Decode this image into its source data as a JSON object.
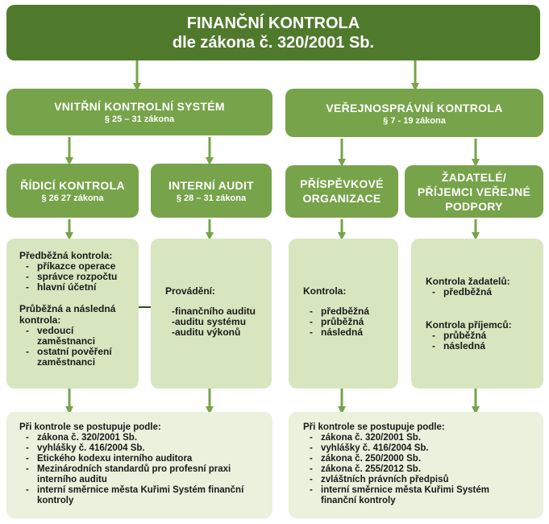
{
  "top": {
    "line1": "FINANČNÍ KONTROLA",
    "line2": "dle zákona č. 320/2001 Sb."
  },
  "vks": {
    "title": "VNITŘNÍ KONTROLNÍ SYSTÉM",
    "sub": "§ 25 – 31 zákona"
  },
  "vsk": {
    "title": "VEŘEJNOSPRÁVNÍ KONTROLA",
    "sub": "§ 7 - 19 zákona"
  },
  "ridici": {
    "title": "ŘÍDICÍ KONTROLA",
    "sub": "§ 26   27 zákona"
  },
  "audit": {
    "title": "INTERNÍ AUDIT",
    "sub": "§ 28 – 31 zákona"
  },
  "prisp": {
    "line1": "PŘÍSPĚVKOVÉ",
    "line2": "ORGANIZACE"
  },
  "zadatele": {
    "line1": "ŽADATELÉ/",
    "line2": "PŘÍJEMCI VEŘEJNÉ",
    "line3": "PODPORY"
  },
  "ridici_detail": {
    "pred_title": "Předběžná kontrola:",
    "pred_items": [
      "příkazce operace",
      "správce rozpočtu",
      "hlavní účetní"
    ],
    "prub_title1": "Průběžná a následná",
    "prub_title2": "kontrola:",
    "prub_items": [
      "vedoucí",
      "zaměstnanci",
      "ostatní pověření",
      "zaměstnanci"
    ]
  },
  "audit_detail": {
    "title": "Provádění:",
    "items": [
      "finančního auditu",
      "auditu systému",
      "auditu výkonů"
    ]
  },
  "prisp_detail": {
    "title": "Kontrola:",
    "items": [
      "předběžná",
      "průběžná",
      "následná"
    ]
  },
  "zad_detail": {
    "title1": "Kontrola žadatelů:",
    "items1": [
      "předběžná"
    ],
    "title2": "Kontrola příjemců:",
    "items2": [
      "průběžná",
      "následná"
    ]
  },
  "left_bottom": {
    "title": "Při kontrole se postupuje podle:",
    "items": [
      "zákona č. 320/2001 Sb.",
      "vyhlášky č. 416/2004 Sb.",
      "Etického kodexu interního auditora",
      "Mezinárodních standardů pro profesní praxi",
      "interního auditu",
      "interní směrnice města Kuřimi Systém finanční",
      "kontroly"
    ]
  },
  "right_bottom": {
    "title": "Při kontrole se postupuje podle:",
    "items": [
      "zákona č. 320/2001 Sb.",
      "vyhlášky č. 416/2004 Sb.",
      "zákona č. 250/2000 Sb.",
      "zákona č. 255/2012 Sb.",
      "zvláštních právních předpisů",
      "interní směrnice města Kuřimi Systém",
      "finanční kontroly"
    ]
  },
  "colors": {
    "dark": "#4f7a2c",
    "mid": "#77a34a",
    "arrow": "#77a34a",
    "light": "#d8e6c0"
  }
}
